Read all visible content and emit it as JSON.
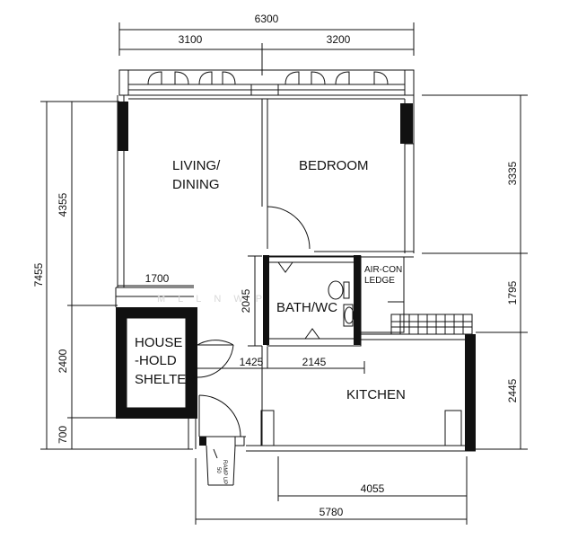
{
  "rooms": {
    "living": [
      "LIVING/",
      "DINING"
    ],
    "bedroom": "BEDROOM",
    "bath": "BATH/WC",
    "aircon": [
      "AIR-CON",
      "LEDGE"
    ],
    "shelter": [
      "HOUSE",
      "-HOLD",
      "SHELTER"
    ],
    "kitchen": "KITCHEN",
    "ramp": [
      "RAMP UP",
      "50"
    ]
  },
  "dimensions": {
    "top_total": "6300",
    "top_left": "3100",
    "top_right": "3200",
    "left_total": "7455",
    "left_upper": "4355",
    "left_middle": "2400",
    "left_lower": "700",
    "right_upper": "3335",
    "right_middle": "1795",
    "right_lower": "2445",
    "shelter_width": "1700",
    "bath_height": "2045",
    "shelter_door": "1425",
    "bath_width": "2145",
    "bottom_inner": "4055",
    "bottom_total": "5780"
  },
  "watermark": "MLLNWP"
}
